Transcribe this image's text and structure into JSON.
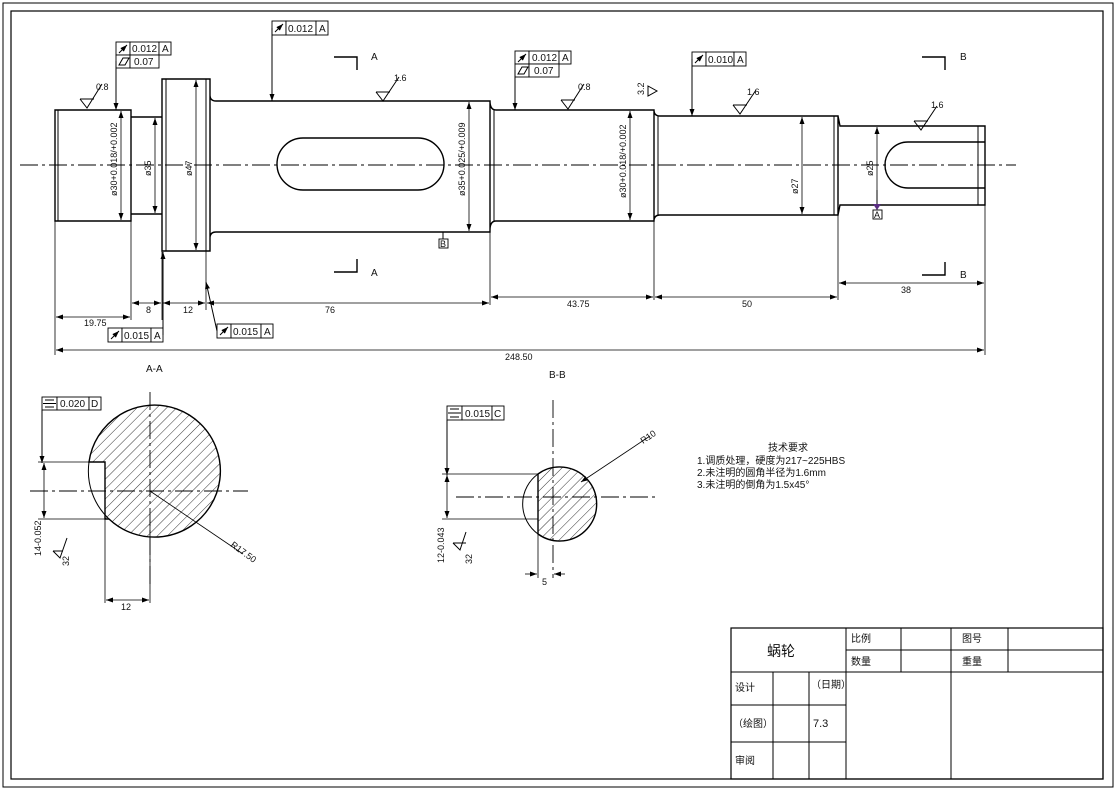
{
  "title_block": {
    "part_name": "蜗轮",
    "scale_label": "比例",
    "drawing_no_label": "图号",
    "quantity_label": "数量",
    "weight_label": "重量",
    "designed_label": "设计",
    "date_label": "（日期）",
    "drawn_label": "（绘图）",
    "checked_label": "审阅",
    "date_value": "7.3"
  },
  "technical_requirements": {
    "heading": "技术要求",
    "items": [
      "1.调质处理，硬度为217~225HBS",
      "2.未注明的圆角半径为1.6mm",
      "3.未注明的倒角为1.5x45°"
    ]
  },
  "section_labels": {
    "a": "A",
    "b": "B",
    "aa": "A-A",
    "bb": "B-B"
  },
  "datum_labels": {
    "a": "A",
    "b": "B"
  },
  "roughness": {
    "r08": "0.8",
    "r16": "1.6",
    "r32": "3.2",
    "r32b": "32"
  },
  "tolerance_frames": {
    "runout_0012": "0.012",
    "cyl_007": "0.07",
    "runout_0015": "0.015",
    "runout_0010": "0.010",
    "sym_0020": "0.020",
    "sym_0015": "0.015",
    "datum_a": "A",
    "datum_c": "C",
    "datum_d": "D"
  },
  "dimensions": {
    "d30_left": "ø30+0.018/+0.002",
    "d35": "ø35",
    "d47": "ø47",
    "d35_tol": "ø35+0.025/+0.009",
    "d30_right": "ø30+0.018/+0.002",
    "d27": "ø27",
    "d25": "ø25",
    "len_1975": "19.75",
    "len_8": "8",
    "len_12": "12",
    "len_76": "76",
    "len_4375": "43.75",
    "len_50": "50",
    "len_38": "38",
    "len_total": "248.50",
    "sec_a_depth": "14-0.052",
    "sec_a_width": "12",
    "sec_a_radius": "R17.50",
    "sec_b_depth": "12-0.043",
    "sec_b_width": "5",
    "sec_b_radius": "R10"
  }
}
